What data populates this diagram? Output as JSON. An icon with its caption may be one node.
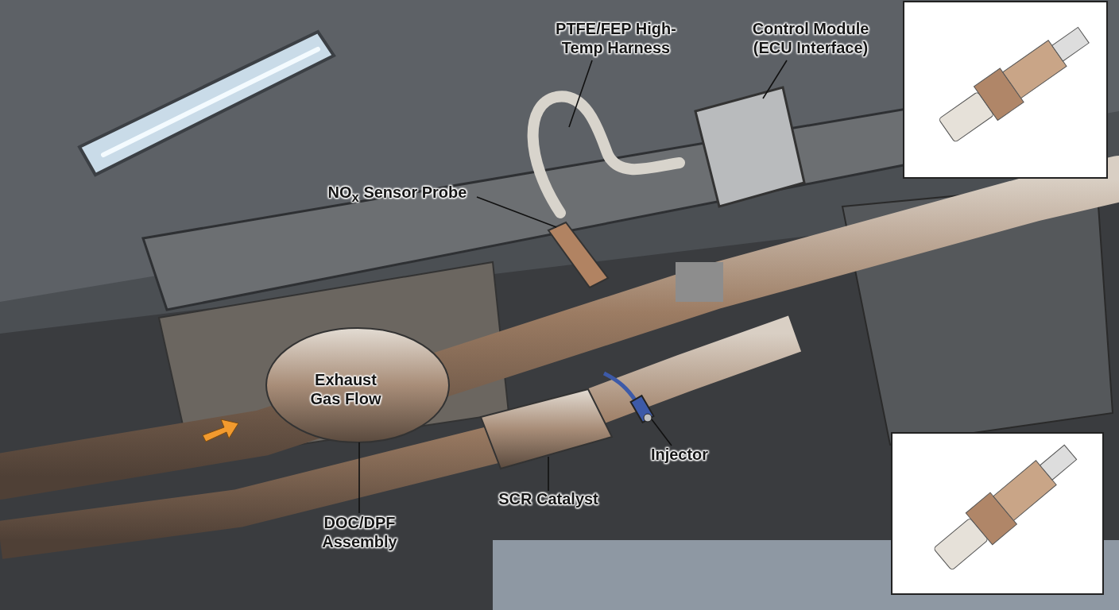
{
  "diagram": {
    "nodes": [
      {
        "text": [
          "PTFE/FEP High-Temp Harness"
        ]
      },
      {
        "text": [],
        "shape": "picture"
      },
      {
        "text": [
          "Control Module (ECU Interface)"
        ]
      },
      {
        "text": [],
        "shape": "picture"
      },
      {
        "text": [
          "NO$_{x}$ Sensor Probe"
        ]
      },
      {
        "text": [],
        "shape": "picture"
      },
      {
        "text": [
          "DOC/DPF Assembly"
        ]
      },
      {
        "text": [],
        "shape": "picture"
      },
      {
        "text": [
          "SCR Catalyst"
        ]
      },
      {
        "text": [],
        "shape": "picture"
      },
      {
        "text": [
          "Injector"
        ]
      },
      {
        "text": [],
        "shape": "picture"
      }
    ],
    "edges": [
      {
        "from": 0,
        "to": 1,
        "arrow": "none"
      },
      {
        "from": 2,
        "to": 3,
        "arrow": "none"
      },
      {
        "from": 4,
        "to": 5,
        "arrow": "none"
      },
      {
        "from": 6,
        "to": 7,
        "arrow": "none"
      },
      {
        "from": 8,
        "to": 9,
        "arrow": "none"
      },
      {
        "from": 10,
        "to": 11,
        "arrow": "none"
      }
    ],
    "labels": [
      "Exhaust Gas Flow"
    ]
  }
}
